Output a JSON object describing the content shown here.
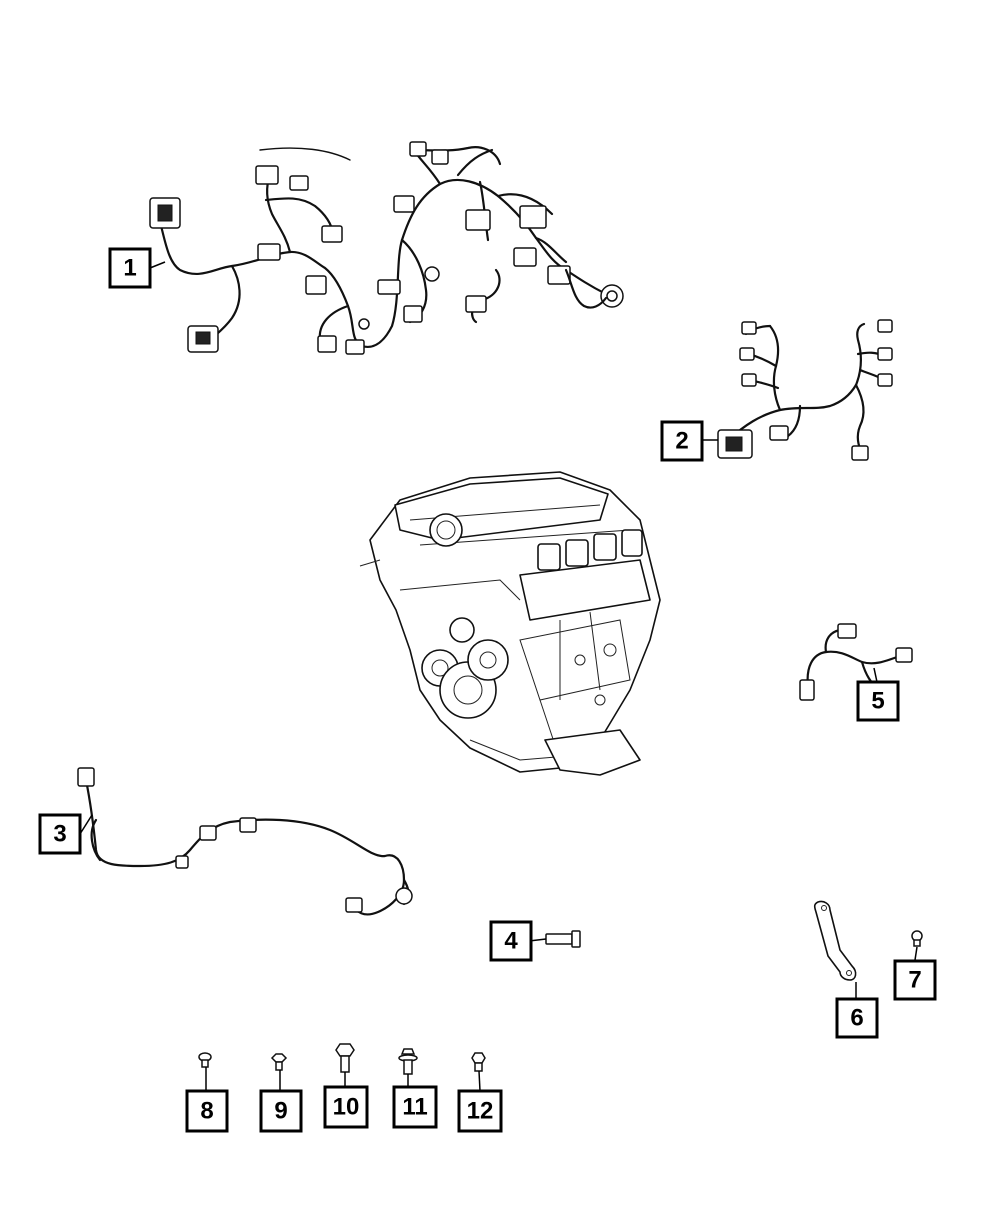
{
  "callouts": {
    "c1": "1",
    "c2": "2",
    "c3": "3",
    "c4": "4",
    "c5": "5",
    "c6": "6",
    "c7": "7",
    "c8": "8",
    "c9": "9",
    "c10": "10",
    "c11": "11",
    "c12": "12"
  },
  "icons": {
    "engine": "engine-assembly-icon",
    "harness_main": "engine-wiring-harness-icon",
    "harness_injector": "injector-harness-icon",
    "harness_sensor": "sensor-jumper-harness-icon",
    "harness_long": "long-wiring-harness-icon",
    "bolt": "bolt-icon",
    "bracket": "wiring-bracket-icon",
    "clip": "push-pin-clip-icon",
    "nut": "nut-icon"
  }
}
